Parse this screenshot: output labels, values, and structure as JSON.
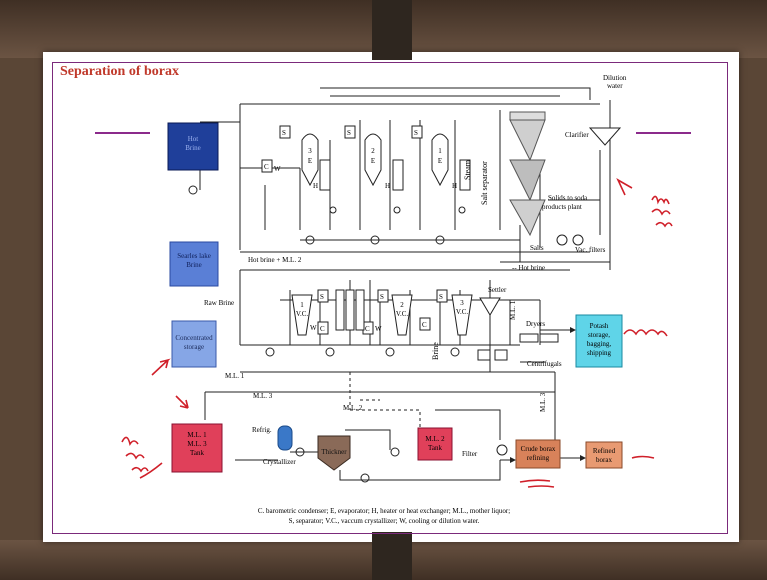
{
  "slide": {
    "title": "Separation of borax"
  },
  "labels": {
    "dilution_water": "Dilution water",
    "hot_brine_tank": "Hot Brine",
    "searles_lake_brine": "Searles lake Brine",
    "raw_brine": "Raw Brine",
    "concentrated_storage": "Concentrated storage",
    "hot_brine_ml2": "Hot brine + M.L. 2",
    "hot_brine_return": "-- Hot brine",
    "steam": "Steam",
    "salt_separator": "Salt separator",
    "clarifier": "Clarifier",
    "solids_to_soda": "Solids to soda products plant",
    "salts": "Salts",
    "vac_filters": "Vac. filters",
    "settler": "Settler",
    "dryers": "Dryers",
    "centrifugals": "Centrifugals",
    "potash_storage": "Potash storage, bagging, shipping",
    "brine": "Brine",
    "ml1": "M.L. 1",
    "ml1_side": "M.L. 1",
    "ml2": "M.L. 2",
    "ml3": "M.L. 3",
    "ml3_side": "M.L. 3",
    "ml_tank": "M.L. 1 M.L. 3 Tank",
    "refrig": "Refrig.",
    "crystallizer": "Crystallizer",
    "thickner": "Thickner",
    "ml2_tank": "M.L. 2 Tank",
    "filter": "Filter",
    "crude_borax": "Crude borax refining",
    "refined_borax": "Refined borax",
    "caption_line1": "C. barometric condenser; E, evaporator; H, heater or heat exchanger; M.L., mother liquor;",
    "caption_line2": "S, separator; V.C., vaccum crystallizer; W, cooling or dilution water."
  },
  "units": {
    "e3": "3 E",
    "e2": "2 E",
    "e1": "1 E",
    "vc1": "1 V.C.",
    "vc2": "2 V.C.",
    "vc3": "3 V.C.",
    "s": "S",
    "c": "C",
    "w": "W",
    "h": "H"
  },
  "handwriting": {
    "rich_potash_today": "rich potash today",
    "product": "product",
    "rich_today": "rich today"
  },
  "colors": {
    "hot_brine": "#1f3f9a",
    "searles": "#5a7fd6",
    "concentrated": "#86a6e6",
    "potash": "#5fd4e8",
    "ml_tank": "#e0405a",
    "crude": "#d8825a",
    "refined": "#e89a72",
    "annotation": "#d0202a"
  }
}
